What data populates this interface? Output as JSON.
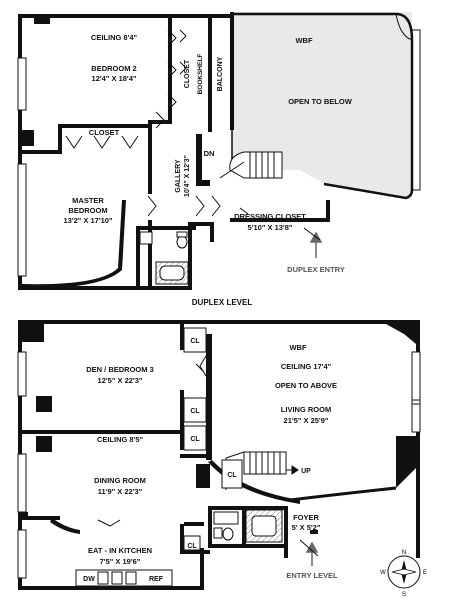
{
  "upper": {
    "level_label": "DUPLEX LEVEL",
    "ceiling": "CEILING 8'4\"",
    "bedroom2": {
      "name": "BEDROOM 2",
      "size": "12'4\" X 18'4\""
    },
    "closet_vertical": "CLOSET",
    "bookshelf": "BOOKSHELF",
    "balcony": "BALCONY",
    "wbf": "WBF",
    "open_below": "OPEN TO BELOW",
    "closet_top": "CLOSET",
    "master": {
      "name1": "MASTER",
      "name2": "BEDROOM",
      "size": "13'2\" X 17'10\""
    },
    "gallery": {
      "name": "GALLERY",
      "size": "10'4\" X 12'3\""
    },
    "dn": "DN",
    "dressing": {
      "name": "DRESSING CLOSET",
      "size": "5'10\" X 13'8\""
    },
    "entry": "DUPLEX ENTRY"
  },
  "lower": {
    "level_label": "ENTRY LEVEL",
    "wbf": "WBF",
    "ceiling_high": "CEILING 17'4\"",
    "open_above": "OPEN TO ABOVE",
    "living": {
      "name": "LIVING ROOM",
      "size": "21'5\" X 25'9\""
    },
    "den": {
      "name": "DEN / BEDROOM 3",
      "size": "12'5\" X 22'3\""
    },
    "ceiling_low": "CEILING 8'5\"",
    "dining": {
      "name": "DINING ROOM",
      "size": "11'9\" X 22'3\""
    },
    "kitchen": {
      "name": "EAT - IN KITCHEN",
      "size": "7'5\" X 19'6\""
    },
    "cl": "CL",
    "up": "UP",
    "foyer": {
      "name": "FOYER",
      "size": "5' X 5'2\""
    },
    "dw": "DW",
    "ref": "REF"
  },
  "compass": {
    "n": "N",
    "s": "S",
    "e": "E",
    "w": "W"
  }
}
